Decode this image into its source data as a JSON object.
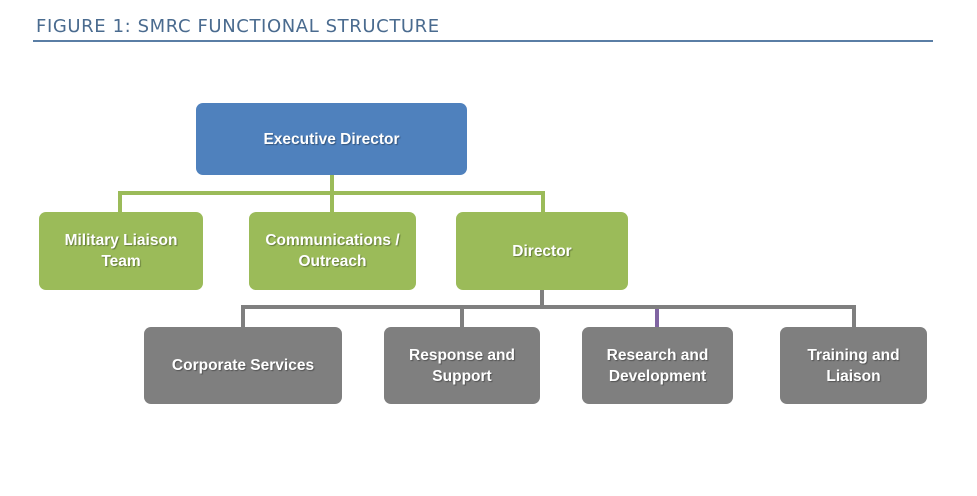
{
  "figure": {
    "title": "FIGURE 1: SMRC FUNCTIONAL STRUCTURE"
  },
  "colors": {
    "title": "#4a6b8f",
    "executive": "#4f81bd",
    "level2": "#9bbb59",
    "level3": "#7f7f7f",
    "accent_connector": "#8064a2"
  },
  "org": {
    "root": {
      "line1": "Executive Director"
    },
    "level2": [
      {
        "line1": "Military Liaison",
        "line2": "Team"
      },
      {
        "line1": "Communications /",
        "line2": "Outreach"
      },
      {
        "line1": "Director"
      }
    ],
    "level3": [
      {
        "line1": "Corporate Services"
      },
      {
        "line1": "Response and",
        "line2": "Support"
      },
      {
        "line1": "Research and",
        "line2": "Development"
      },
      {
        "line1": "Training and",
        "line2": "Liaison"
      }
    ]
  }
}
